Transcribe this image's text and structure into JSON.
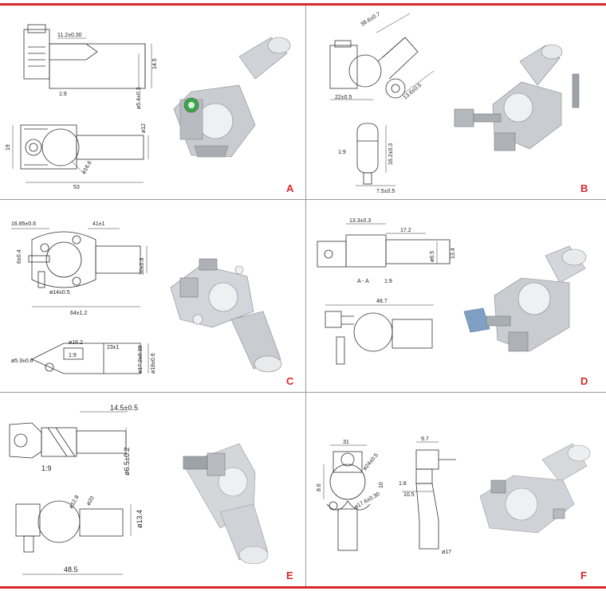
{
  "accent_color": "#d9262b",
  "panels": {
    "A": {
      "letter": "A",
      "dims": [
        "11.2±0.30",
        "14.5",
        "ø5.4±0.3",
        "1:9",
        "19",
        "ø12",
        "ø16.6",
        "53"
      ]
    },
    "B": {
      "letter": "B",
      "dims": [
        "38.6±0.7",
        "22±0.5",
        "13.6±0.5",
        "1:9",
        "16.2±0.3",
        "7.5±0.5"
      ]
    },
    "C": {
      "letter": "C",
      "dims": [
        "16.85±0.6",
        "41±1",
        "6±0.4",
        "30±0.8",
        "ø14±0.5",
        "64±1.2",
        "ø16.2",
        "23±1",
        "1:9",
        "ø17.2±0.38",
        "ø18±0.6",
        "ø5.3±0.6"
      ]
    },
    "D": {
      "letter": "D",
      "dims": [
        "13.3±0.3",
        "17.2",
        "ø6.5",
        "13.4",
        "A - A",
        "1:9",
        "48.7"
      ]
    },
    "E": {
      "letter": "E",
      "dims": [
        "14.5±0.5",
        "1:9",
        "ø6.5±0.2",
        "ø12.9",
        "ø20",
        "ø13.4",
        "48.5"
      ]
    },
    "F": {
      "letter": "F",
      "dims": [
        "31",
        "9.7",
        "ø24±0.5",
        "8.6",
        "10",
        "ø17.6±0.30",
        "1:8",
        "10.5",
        "ø17"
      ]
    }
  }
}
